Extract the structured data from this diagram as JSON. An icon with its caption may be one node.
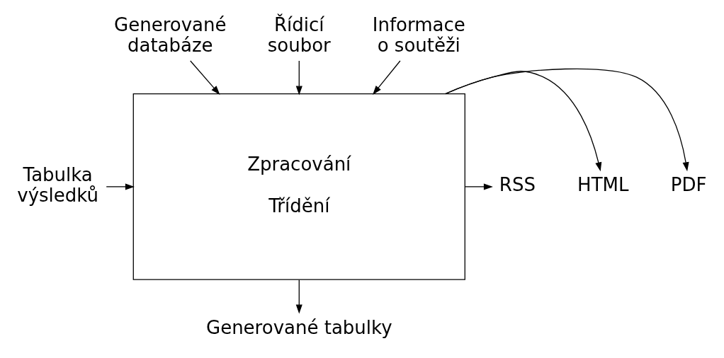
{
  "diagram": {
    "nodes": [
      {
        "text": [
          "Zpracování",
          "Třídění"
        ]
      },
      {
        "text": [
          "Generované databáze"
        ]
      },
      {
        "text": [
          "Řídicí soubor"
        ]
      },
      {
        "text": [
          "Informace o soutěži"
        ]
      },
      {
        "text": [
          "Tabulka výsledků"
        ]
      },
      {
        "text": [
          "PDF"
        ]
      },
      {
        "text": [
          "HTML"
        ]
      },
      {
        "text": [
          "RSS"
        ]
      },
      {
        "text": [
          "Generované tabulky"
        ]
      }
    ],
    "edges": [
      {
        "from": 1,
        "to": 0,
        "arrow": "to"
      },
      {
        "from": 2,
        "to": 0,
        "arrow": "to"
      },
      {
        "from": 3,
        "to": 0,
        "arrow": "to"
      },
      {
        "from": 4,
        "to": 0,
        "arrow": "to"
      },
      {
        "from": 0,
        "to": 5,
        "arrow": "to"
      },
      {
        "from": 0,
        "to": 6,
        "arrow": "to"
      },
      {
        "from": 0,
        "to": 7,
        "arrow": "to"
      },
      {
        "from": 0,
        "to": 8,
        "arrow": "to"
      }
    ]
  }
}
